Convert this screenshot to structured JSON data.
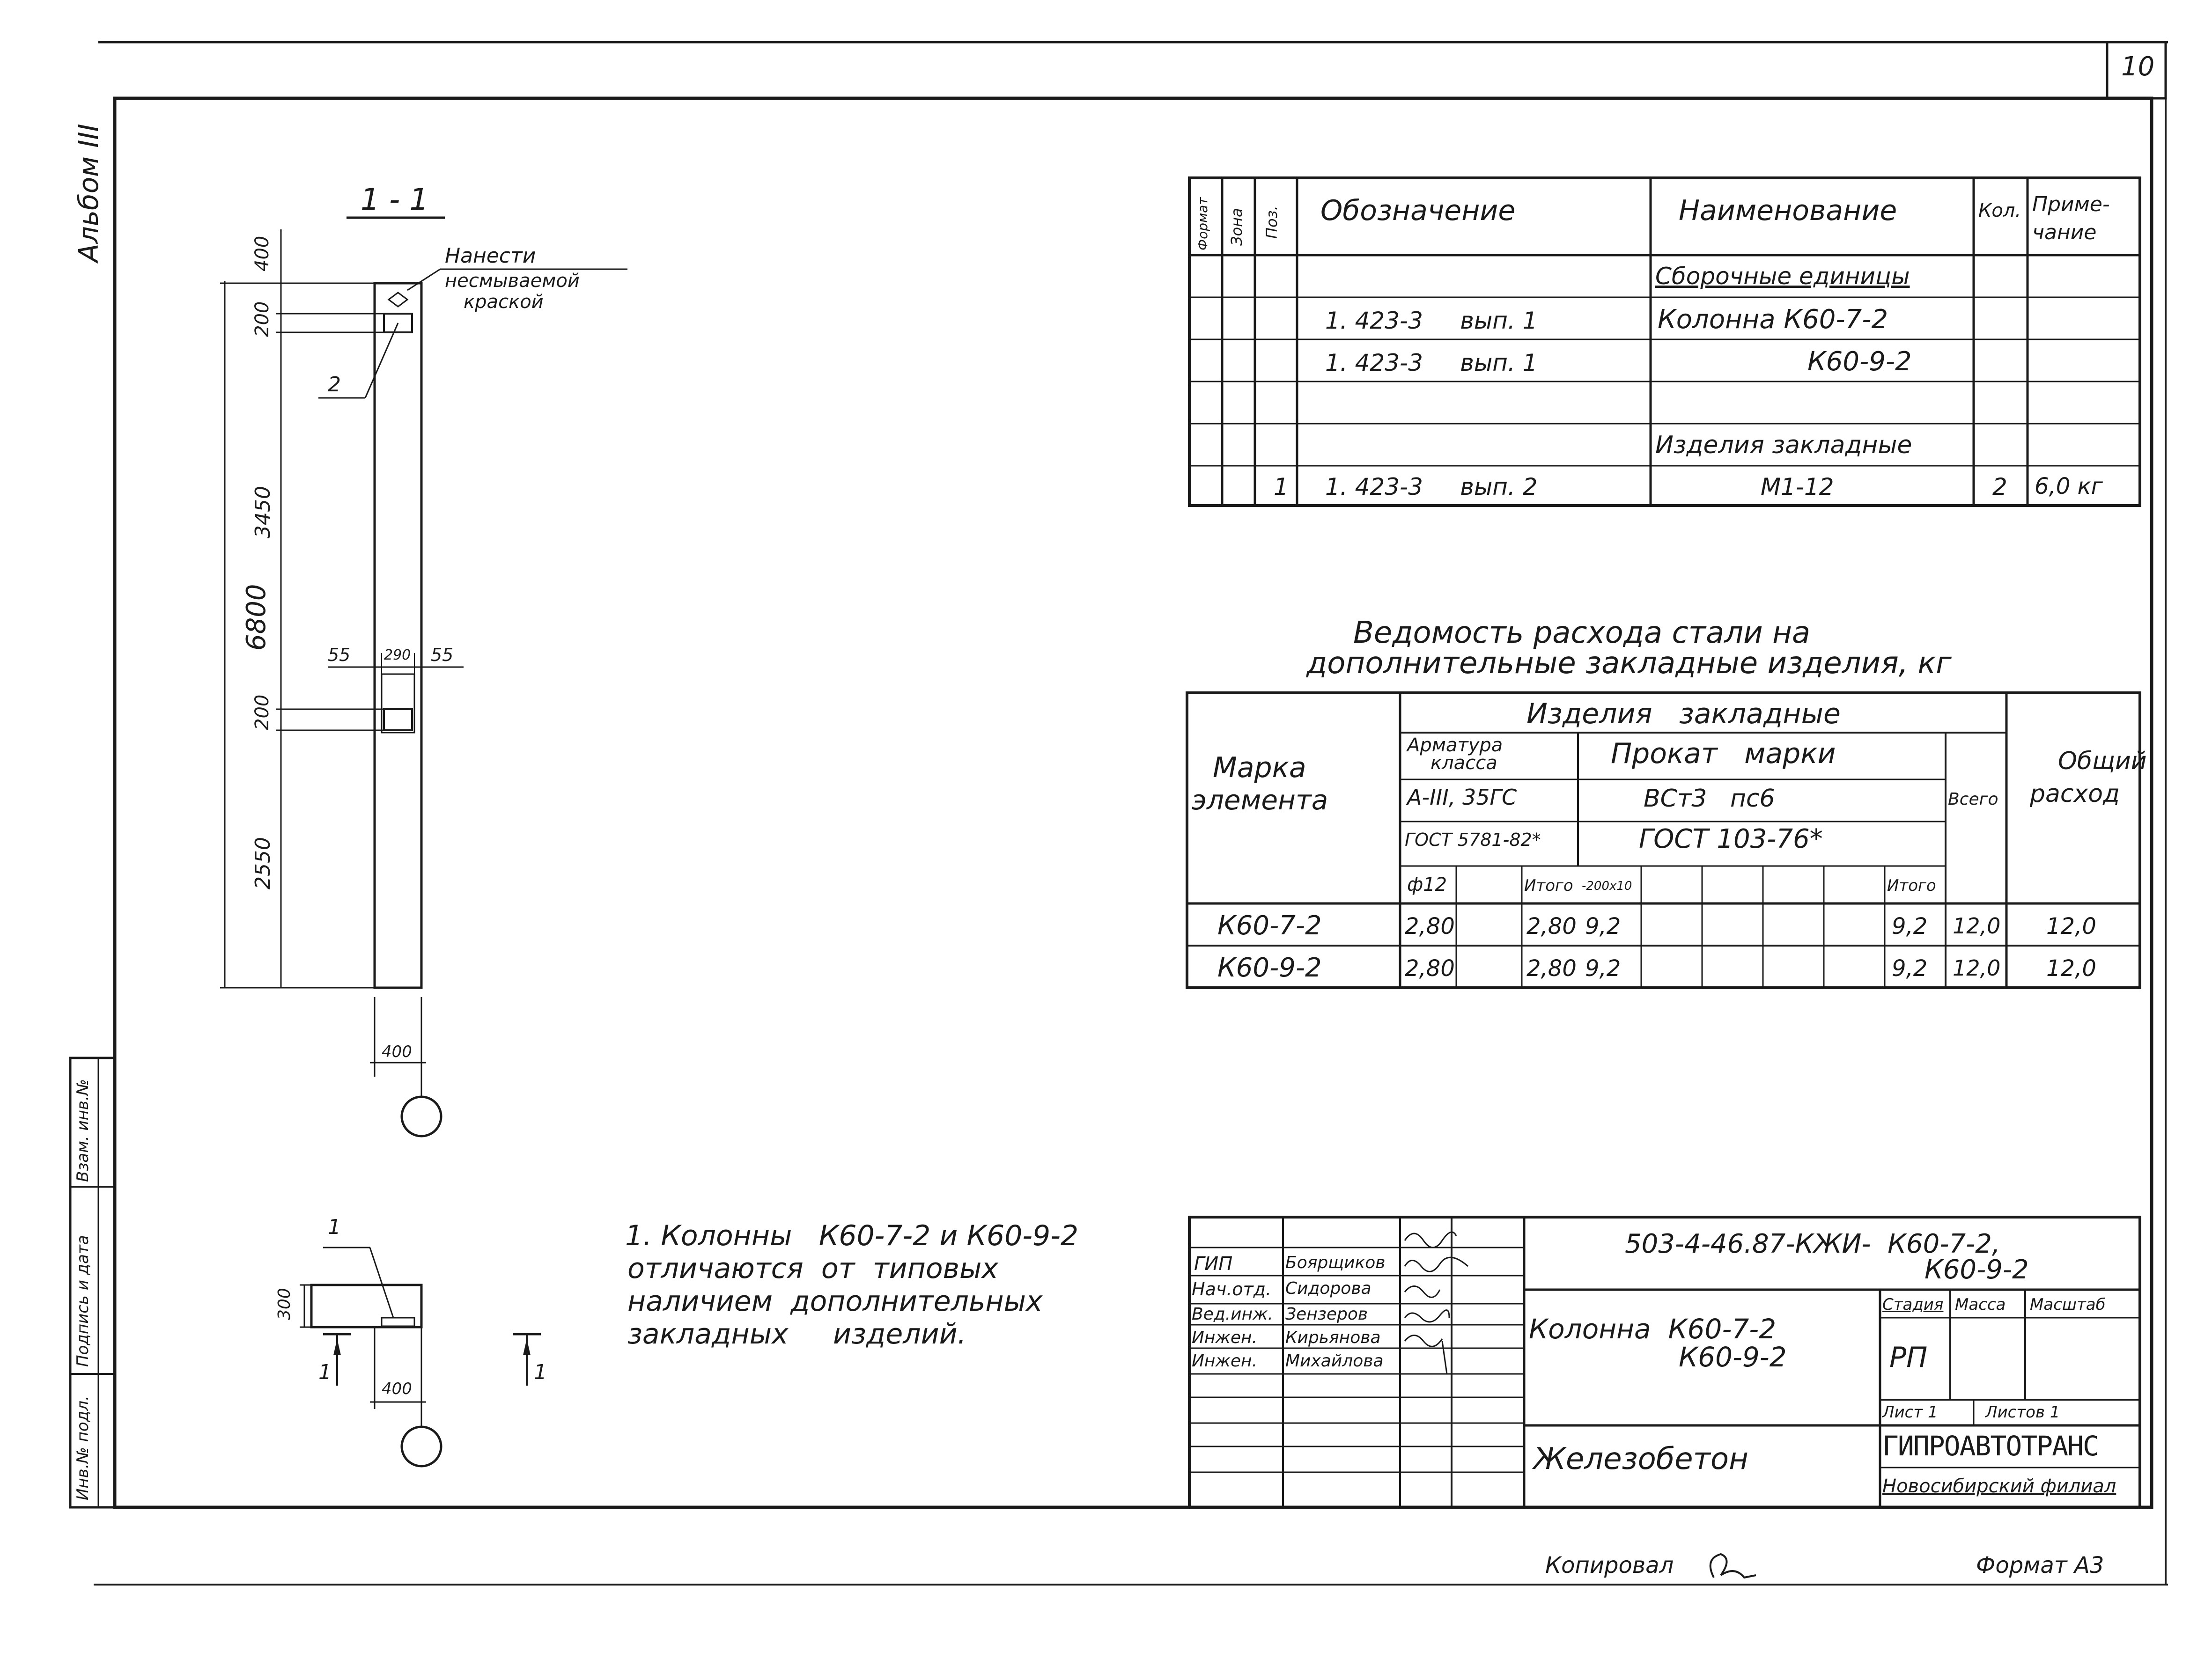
{
  "sheet": {
    "number": "10",
    "album": "Альбом III",
    "copied_by": "Копировал",
    "format": "Формат А3"
  },
  "left_strip": {
    "inv_no": "Инв.№ подл.",
    "sign_date": "Подпись и дата",
    "replace_inv": "Взам. инв.№"
  },
  "drawing": {
    "section_label": "1 - 1",
    "note_label": "Нанести несмываемой краской",
    "note_line1": "Нанести",
    "note_line2": "несмываемой",
    "note_line3": "краской",
    "pos_label_2": "2",
    "pos_label_1": "1",
    "dims": {
      "total": "6800",
      "top": "400",
      "seg1": "200",
      "seg2": "3450",
      "seg3": "200",
      "seg4": "2550",
      "w_left": "55",
      "w_mid": "290",
      "w_right": "55",
      "bottom_width": "400",
      "plan_height": "300",
      "plan_width": "400"
    },
    "section_arrow_left": "1",
    "section_arrow_right": "1"
  },
  "spec_table": {
    "headers": {
      "format": "Формат",
      "zone": "Зона",
      "pos": "Поз.",
      "designation": "Обозначение",
      "name": "Наименование",
      "qty": "Кол.",
      "note": "Примечание",
      "note_line1": "Приме-",
      "note_line2": "чание"
    },
    "rows": [
      {
        "pos": "",
        "designation": "",
        "name": "Сборочные единицы",
        "qty": "",
        "note": ""
      },
      {
        "pos": "",
        "designation": "1. 423-3     вып. 1",
        "name": "Колонна   К60-7-2",
        "qty": "",
        "note": ""
      },
      {
        "pos": "",
        "designation": "1. 423-3     вып. 1",
        "name": "К60-9-2",
        "qty": "",
        "note": ""
      },
      {
        "pos": "",
        "designation": "",
        "name": "",
        "qty": "",
        "note": ""
      },
      {
        "pos": "",
        "designation": "",
        "name": "Изделия закладные",
        "qty": "",
        "note": ""
      },
      {
        "pos": "1",
        "designation": "1. 423-3     вып. 2",
        "name": "М1-12",
        "qty": "2",
        "note": "6,0 кг"
      }
    ]
  },
  "steel_table": {
    "title_line1": "Ведомость расхода стали на",
    "title_line2": "дополнительные закладные изделия, кг",
    "h_embedded": "Изделия   закладные",
    "h_mark": "Марка элемента",
    "h_mark_line1": "Марка",
    "h_mark_line2": "элемента",
    "h_rebar_line1": "Арматура",
    "h_rebar_line2": "класса",
    "h_rebar_class": "А-III, 35ГС",
    "h_rebar_gost": "ГОСТ 5781-82*",
    "h_rolled": "Прокат   марки",
    "h_rolled_grade": "ВСт3   пс6",
    "h_rolled_gost": "ГОСТ 103-76*",
    "h_total": "Всего",
    "h_overall_line1": "Общий",
    "h_overall_line2": "расход",
    "sub_d12": "ф12",
    "sub_itogo1": "Итого",
    "sub_strip": "-200х10",
    "sub_itogo2": "Итого",
    "rows": [
      {
        "mark": "К60-7-2",
        "d12": "2,80",
        "itogo1": "2,80",
        "strip": "9,2",
        "itogo2": "9,2",
        "total": "12,0",
        "overall": "12,0"
      },
      {
        "mark": "К60-9-2",
        "d12": "2,80",
        "itogo1": "2,80",
        "strip": "9,2",
        "itogo2": "9,2",
        "total": "12,0",
        "overall": "12,0"
      }
    ]
  },
  "note": {
    "line1": "1. Колонны   К60-7-2 и К60-9-2",
    "line2": "отличаются  от  типовых",
    "line3": "наличием  дополнительных",
    "line4": "закладных     изделий."
  },
  "title_block": {
    "code_line1": "503-4-46.87-КЖИ-  К60-7-2,",
    "code_line2": "К60-9-2",
    "staff": [
      {
        "role": "ГИП",
        "name": "Боярщиков"
      },
      {
        "role": "Нач.отд.",
        "name": "Сидорова"
      },
      {
        "role": "Вед.инж.",
        "name": "Зензеров"
      },
      {
        "role": "Инжен.",
        "name": "Кирьянова"
      },
      {
        "role": "Инжен.",
        "name": "Михайлова"
      }
    ],
    "object_line1": "Колонна  К60-7-2",
    "object_line2": "К60-9-2",
    "stage_label": "Стадия",
    "mass_label": "Масса",
    "scale_label": "Масштаб",
    "stage_value": "РП",
    "sheet_label": "Лист 1",
    "sheets_label": "Листов 1",
    "material": "Железобетон",
    "org": "ГИПРОАВТОТРАНС",
    "branch": "Новосибирский филиал"
  }
}
